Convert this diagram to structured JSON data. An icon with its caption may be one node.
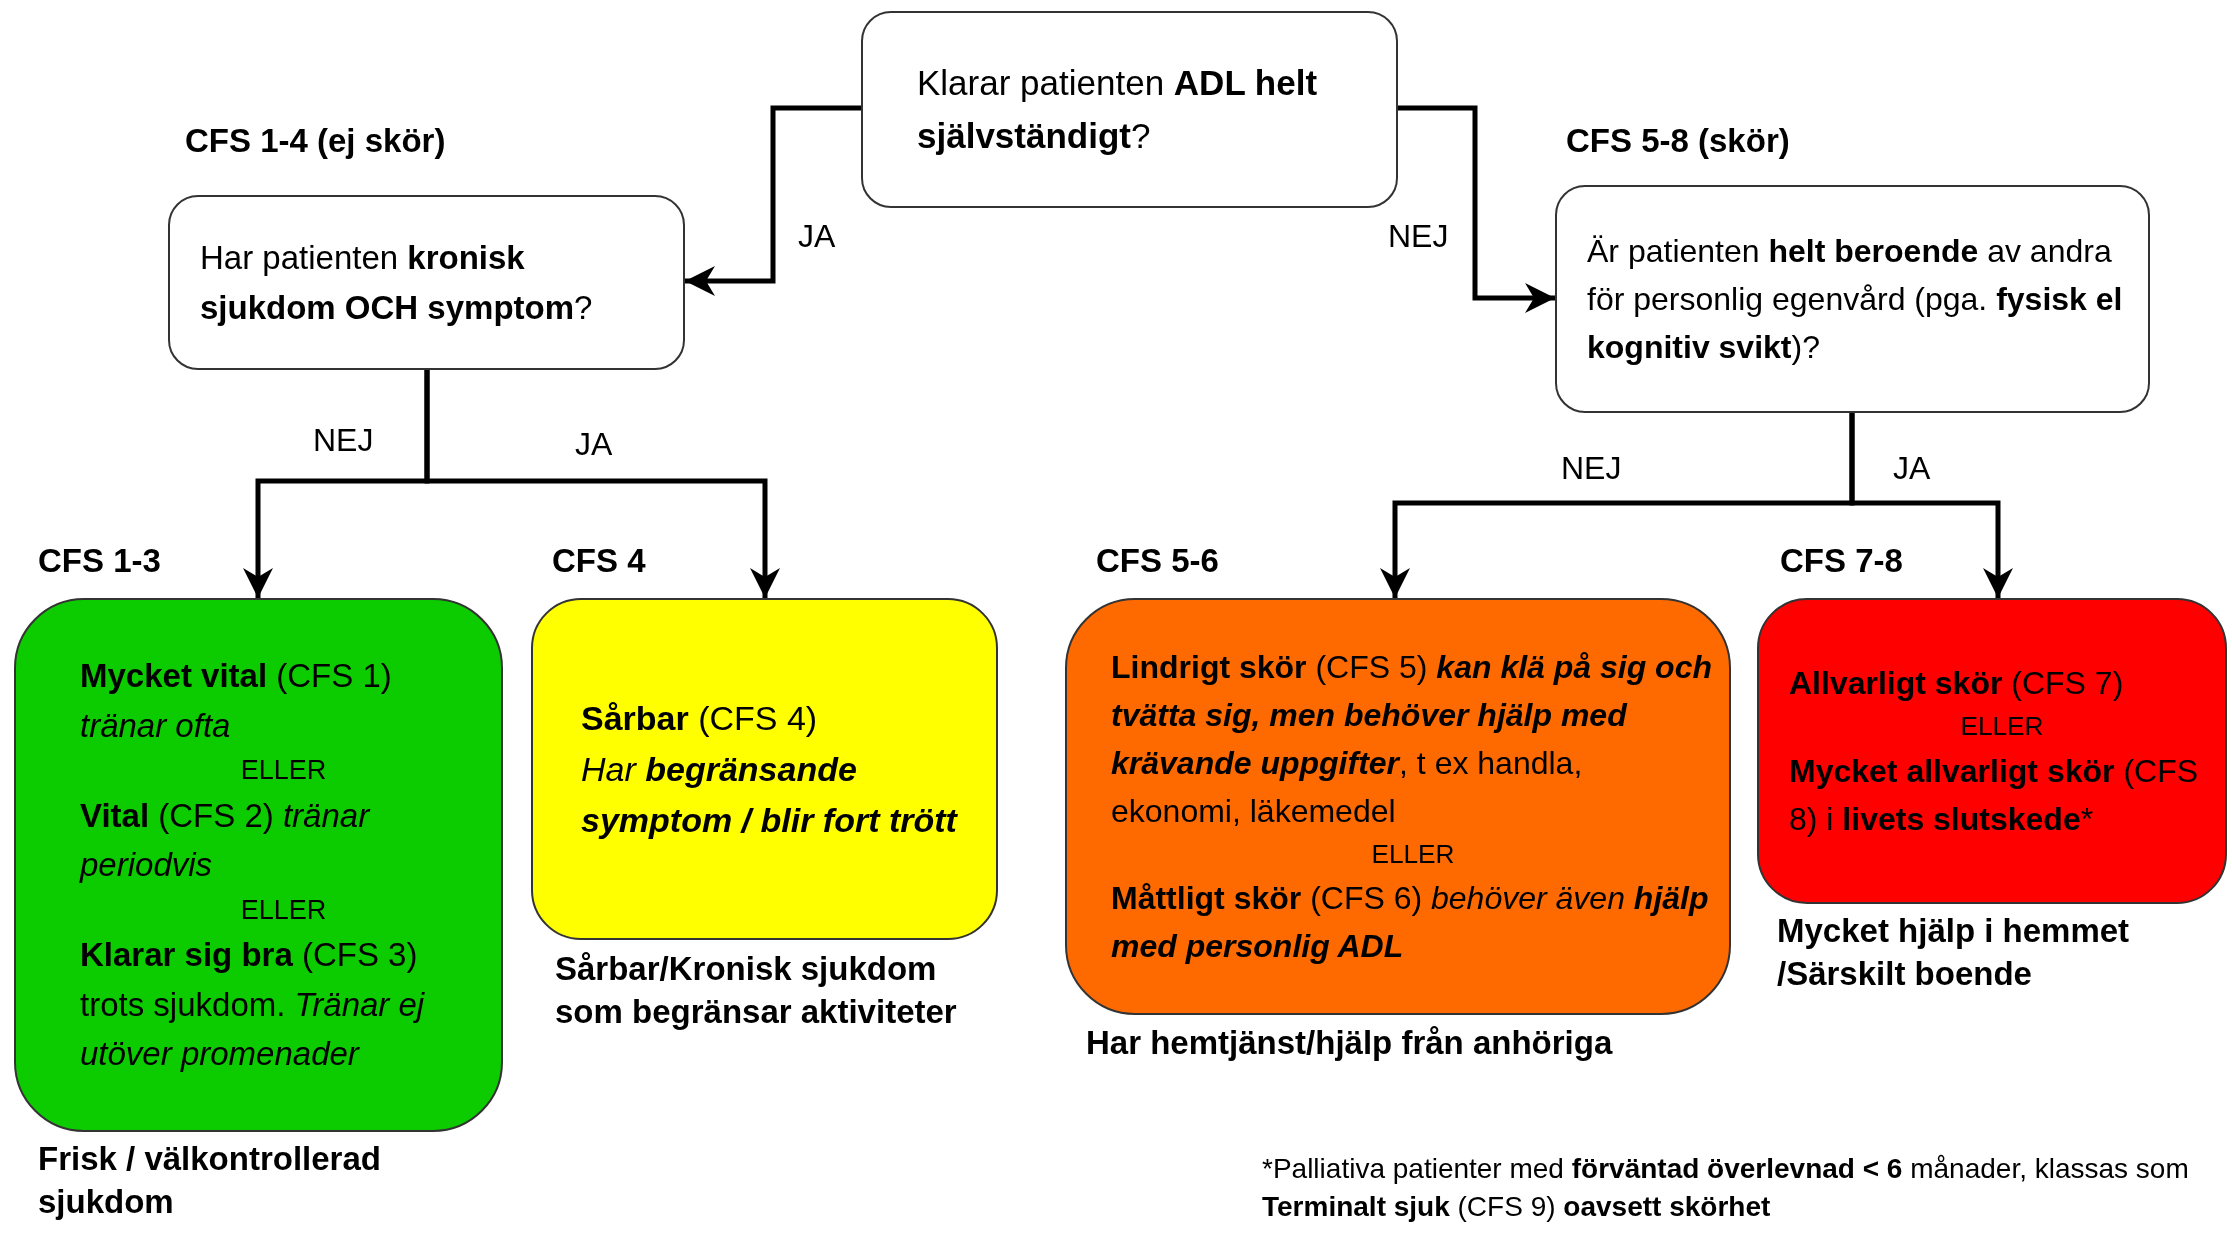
{
  "diagram": {
    "nodes": [
      {
        "text": [
          "Klarar patienten **ADL helt självständigt**?"
        ]
      },
      {
        "text": [
          "Har patienten **kronisk sjukdom OCH symptom**?"
        ],
        "beside": [
          "CFS 1-4 (ej skör)"
        ]
      },
      {
        "text": [
          "Är patienten **helt beroende** av andra för personlig egenvård (pga. **fysisk el kognitiv svikt**)?"
        ],
        "beside": [
          "CFS 5-8 (skör)"
        ]
      },
      {
        "text": [
          "**Mycket vital** (CFS 1) *tränar ofta*",
          "ELLER",
          "**Vital** (CFS 2) *tränar periodvis*",
          "ELLER",
          "**Klarar sig bra** (CFS 3) trots sjukdom. *Tränar ej utöver promenader*"
        ],
        "beside": [
          "CFS 1-3",
          "Frisk / välkontrollerad sjukdom"
        ]
      },
      {
        "text": [
          "**Sårbar** (CFS 4)",
          "Har **begränsande symptom / blir fort trött**"
        ],
        "beside": [
          "CFS 4",
          "Sårbar/Kronisk sjukdom som begränsar aktiviteter"
        ]
      },
      {
        "text": [
          "**Lindrigt skör** (CFS 5) **kan klä på sig och tvätta sig, men behöver hjälp med krävande uppgifter**, t ex handla, ekonomi, läkemedel",
          "ELLER",
          "**Måttligt skör** (CFS 6) *behöver även* **hjälp med personlig ADL**"
        ],
        "beside": [
          "CFS 5-6",
          "Har hemtjänst/hjälp från anhöriga"
        ]
      },
      {
        "text": [
          "**Allvarligt skör** (CFS 7)",
          "ELLER",
          "**Mycket allvarligt skör** (CFS 8) i **livets slutskede***"
        ],
        "beside": [
          "CFS 7-8",
          "Mycket hjälp i hemmet /Särskilt boende"
        ]
      }
    ],
    "edges": [
      {
        "from": 0,
        "to": 1,
        "arrow": "to",
        "label": "JA"
      },
      {
        "from": 0,
        "to": 2,
        "arrow": "to",
        "label": "NEJ"
      },
      {
        "from": 1,
        "to": 3,
        "arrow": "to",
        "label": "NEJ"
      },
      {
        "from": 1,
        "to": 4,
        "arrow": "to",
        "label": "JA"
      },
      {
        "from": 2,
        "to": 5,
        "arrow": "to",
        "label": "NEJ"
      },
      {
        "from": 2,
        "to": 6,
        "arrow": "to",
        "label": "JA"
      }
    ],
    "labels": [
      "*Palliativa patienter med **förväntad överlevnad < 6** månader, klassas som **Terminalt sjuk** (CFS 9) **oavsett skörhet**"
    ]
  }
}
